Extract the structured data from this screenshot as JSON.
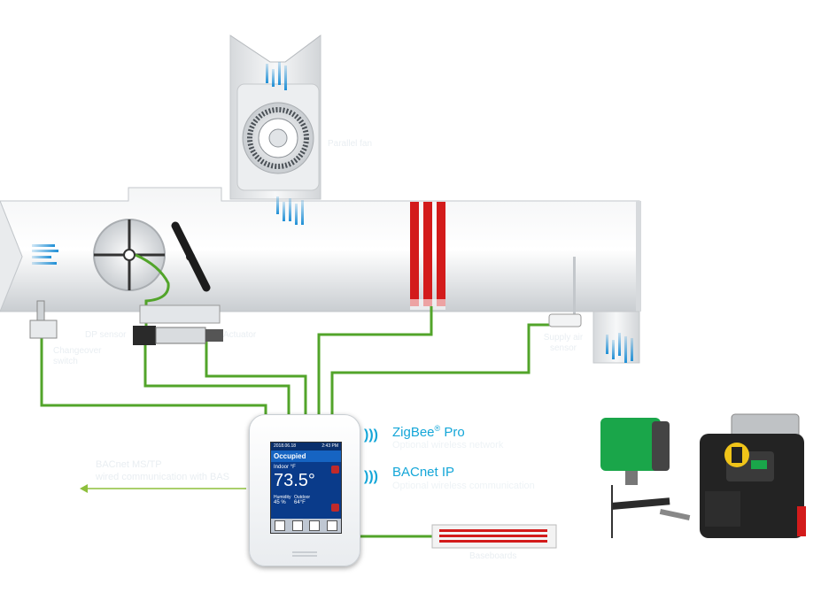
{
  "labels": {
    "parallel_fan": "Parallel fan",
    "df_sensor": "DP sensor",
    "actuator": "Actuator",
    "changeover_switch": "Changeover switch",
    "supply_air_sensor": "Supply air sensor",
    "baseboards": "Baseboards"
  },
  "comm": {
    "line1": "BACnet MS/TP",
    "line2": "wired communication with BAS"
  },
  "wireless": [
    {
      "name": "ZigBee",
      "mark": "®",
      "suffix": " Pro",
      "desc": "Optional wireless network"
    },
    {
      "name": "BACnet",
      "mark": "",
      "suffix": " IP",
      "desc": "Optional wireless communication"
    }
  ],
  "thermostat": {
    "date": "2018.06.18",
    "time": "2:43 PM",
    "status": "Occupied",
    "indoor_label": "Indoor °F",
    "temperature": "73.5°",
    "humidity_label": "Humidity",
    "humidity_value": "45 %",
    "outdoor_label": "Outdoor",
    "outdoor_value": "64°F"
  },
  "colors": {
    "wire": "#52a42a",
    "duct": "#e6e8ea",
    "heater": "#d31b1b",
    "airflow": "#1e8fd6",
    "accent": "#14a6d8",
    "product_green": "#1aa64a"
  },
  "icons": [
    "fan-icon",
    "damper-icon",
    "wifi-icon",
    "arrow-left-icon"
  ]
}
